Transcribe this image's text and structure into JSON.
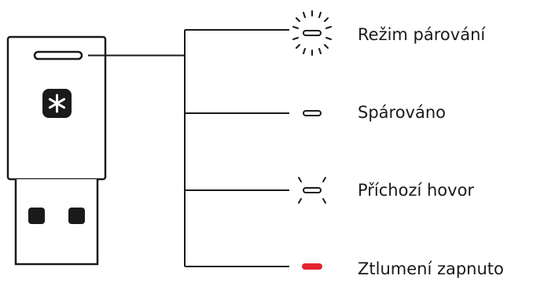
{
  "states": [
    {
      "id": "pairing",
      "label": "Režim párování",
      "indicator": "blinking",
      "color": "#1a1a1a"
    },
    {
      "id": "paired",
      "label": "Spárováno",
      "indicator": "solid",
      "color": "#1a1a1a"
    },
    {
      "id": "incoming",
      "label": "Příchozí hovor",
      "indicator": "pulsing",
      "color": "#1a1a1a"
    },
    {
      "id": "muted",
      "label": "Ztlumení zapnuto",
      "indicator": "solid",
      "color": "#e3262e"
    }
  ],
  "device": {
    "logo_icon": "teams-asterisk-icon",
    "led": "status-led"
  },
  "colors": {
    "line": "#1a1a1a",
    "muted_led": "#e3262e",
    "background": "#ffffff"
  }
}
